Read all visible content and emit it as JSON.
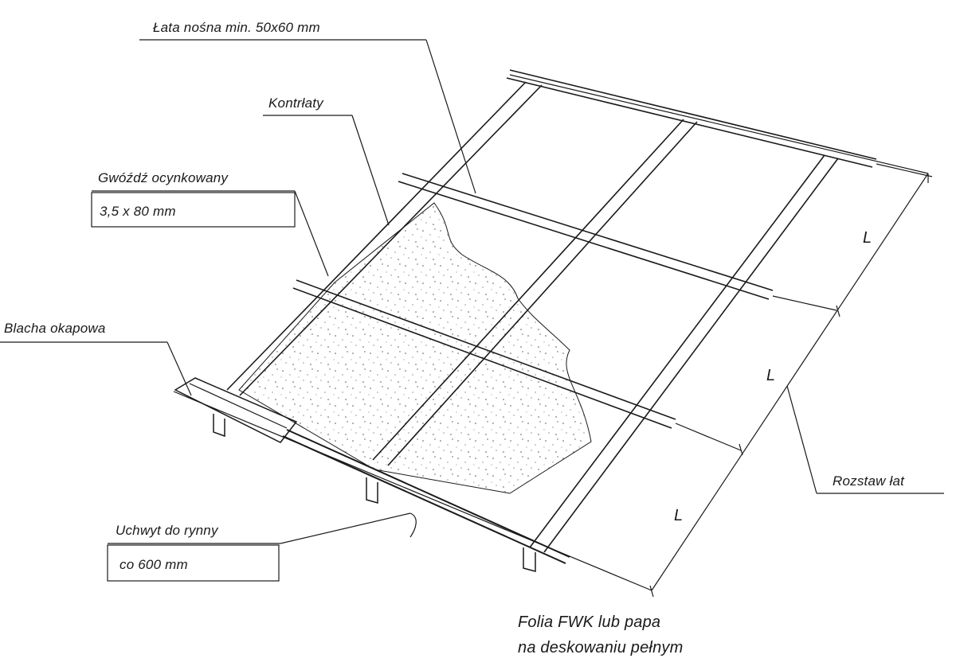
{
  "labels": {
    "lata_nosna": "Łata nośna min. 50x60 mm",
    "kontrlaty": "Kontrłaty",
    "gwozdz": "Gwóźdź ocynkowany",
    "gwozdz_size": "3,5 x 80 mm",
    "blacha": "Blacha okapowa",
    "uchwyt": "Uchwyt do rynny",
    "uchwyt_spacing": "co 600 mm",
    "rozstaw": "Rozstaw łat",
    "folia_line1": "Folia FWK lub papa",
    "folia_line2": "na deskowaniu pełnym"
  },
  "dimension_marks": [
    "L",
    "L",
    "L"
  ],
  "colors": {
    "ink": "#1a1a1a",
    "paper": "#ffffff"
  }
}
